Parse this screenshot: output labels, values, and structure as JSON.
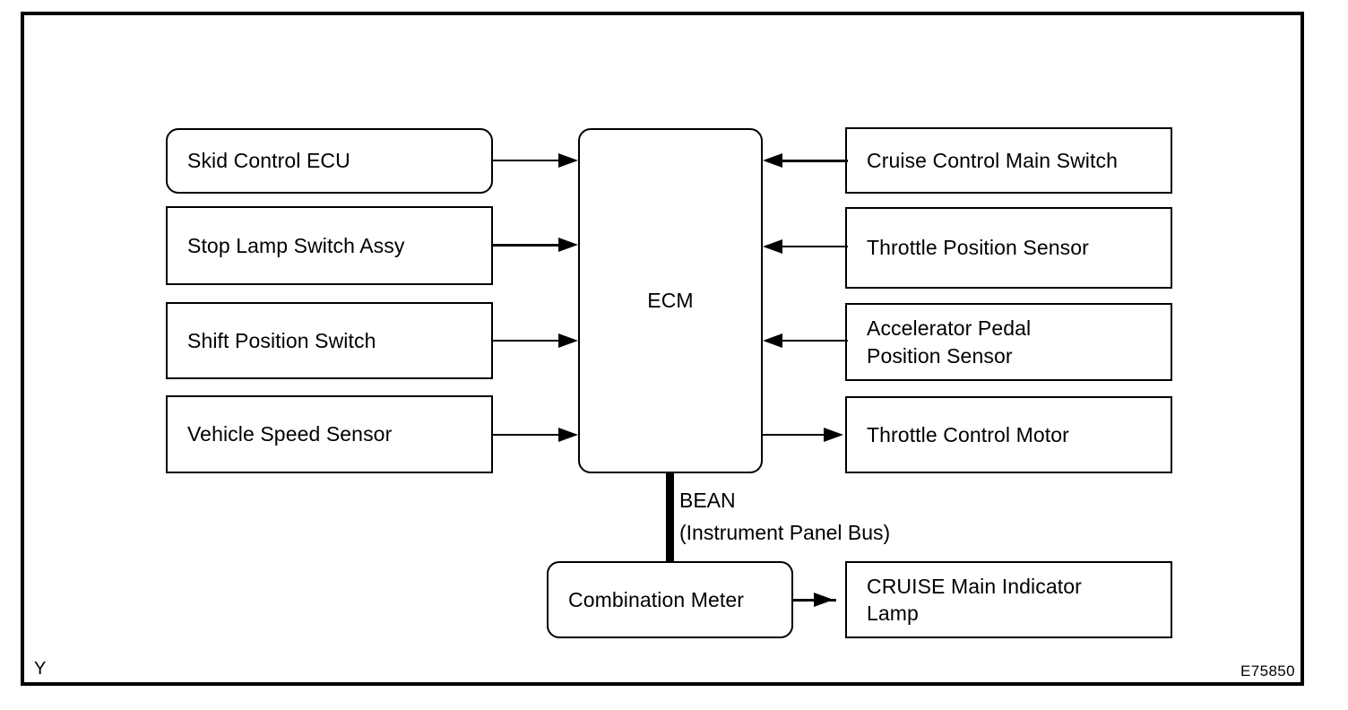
{
  "diagram": {
    "title_code": "E75850",
    "corner_label": "Y",
    "central_node": {
      "label": "ECM",
      "shape": "rounded-rect"
    },
    "left_inputs": [
      {
        "label": "Skid Control ECU",
        "shape": "rounded-rect",
        "direction": "to-ecm"
      },
      {
        "label": "Stop Lamp Switch Assy",
        "shape": "rect",
        "direction": "to-ecm"
      },
      {
        "label": "Shift Position Switch",
        "shape": "rect",
        "direction": "to-ecm"
      },
      {
        "label": "Vehicle Speed Sensor",
        "shape": "rect",
        "direction": "to-ecm"
      }
    ],
    "right_nodes": [
      {
        "label": "Cruise Control Main Switch",
        "shape": "rect",
        "direction": "to-ecm"
      },
      {
        "label": "Throttle Position Sensor",
        "shape": "rect",
        "direction": "to-ecm"
      },
      {
        "label": "Accelerator Pedal\nPosition Sensor",
        "shape": "rect",
        "direction": "to-ecm"
      },
      {
        "label": "Throttle Control Motor",
        "shape": "rect",
        "direction": "from-ecm"
      }
    ],
    "bus": {
      "name": "BEAN",
      "description": "(Instrument Panel Bus)",
      "style": "thick-vertical-line"
    },
    "bottom_nodes": [
      {
        "label": "Combination Meter",
        "shape": "rounded-rect"
      },
      {
        "label": "CRUISE  Main  Indicator\nLamp",
        "shape": "rect"
      }
    ],
    "colors": {
      "line": "#000000",
      "background": "#ffffff",
      "text": "#000000"
    }
  }
}
